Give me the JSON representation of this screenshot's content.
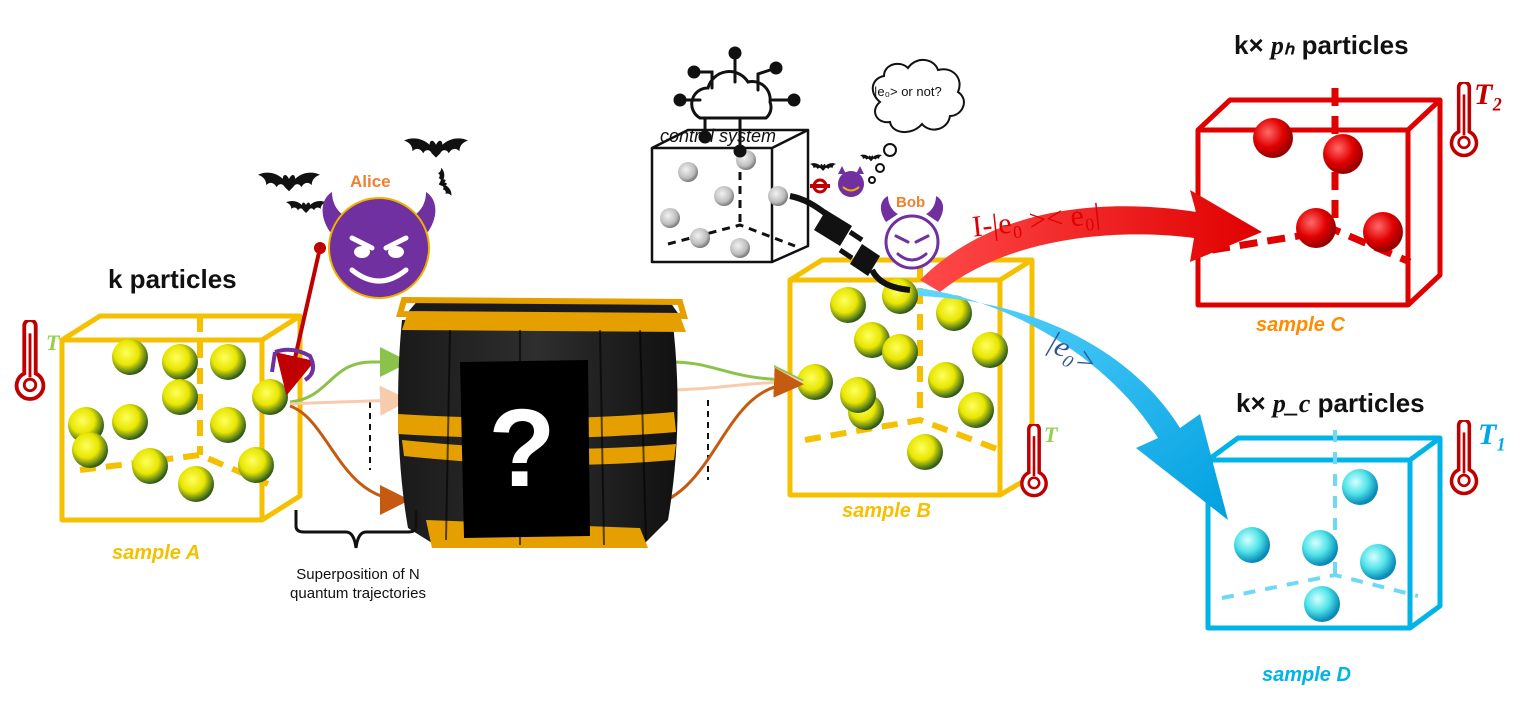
{
  "labels": {
    "k_particles": "k particles",
    "sample_a": "sample A",
    "sample_b": "sample B",
    "sample_c": "sample C",
    "sample_d": "sample D",
    "alice": "Alice",
    "bob": "Bob",
    "control_system": "control system",
    "thought": "|e₀> or not?",
    "superposition_line1": "Superposition of N",
    "superposition_line2": "quantum trajectories",
    "kph_prefix": "k×",
    "kph_math": "pₕ",
    "kph_suffix": "particles",
    "kpc_prefix": "k×",
    "kpc_math": "p_c",
    "kpc_suffix": "particles",
    "projector_red": "I-|e₀ >< e₀|",
    "projector_blue": "|e₀>",
    "temp_a": "T",
    "temp_b": "T",
    "temp_c": "T₂",
    "temp_d": "T₁",
    "mystery": "?"
  },
  "colors": {
    "yellow_box": "#f5c000",
    "sample_c_box": "#e00000",
    "sample_d_box": "#00b4e8",
    "devil_purple": "#7030a0",
    "thermometer": "#c00000",
    "blue_arrow": "#00a8e8"
  },
  "icons": [
    "thermometer-icon",
    "devil-icon",
    "bat-icon",
    "cloud-network-icon",
    "plug-icon",
    "thought-bubble-icon",
    "mystery-box-icon"
  ]
}
